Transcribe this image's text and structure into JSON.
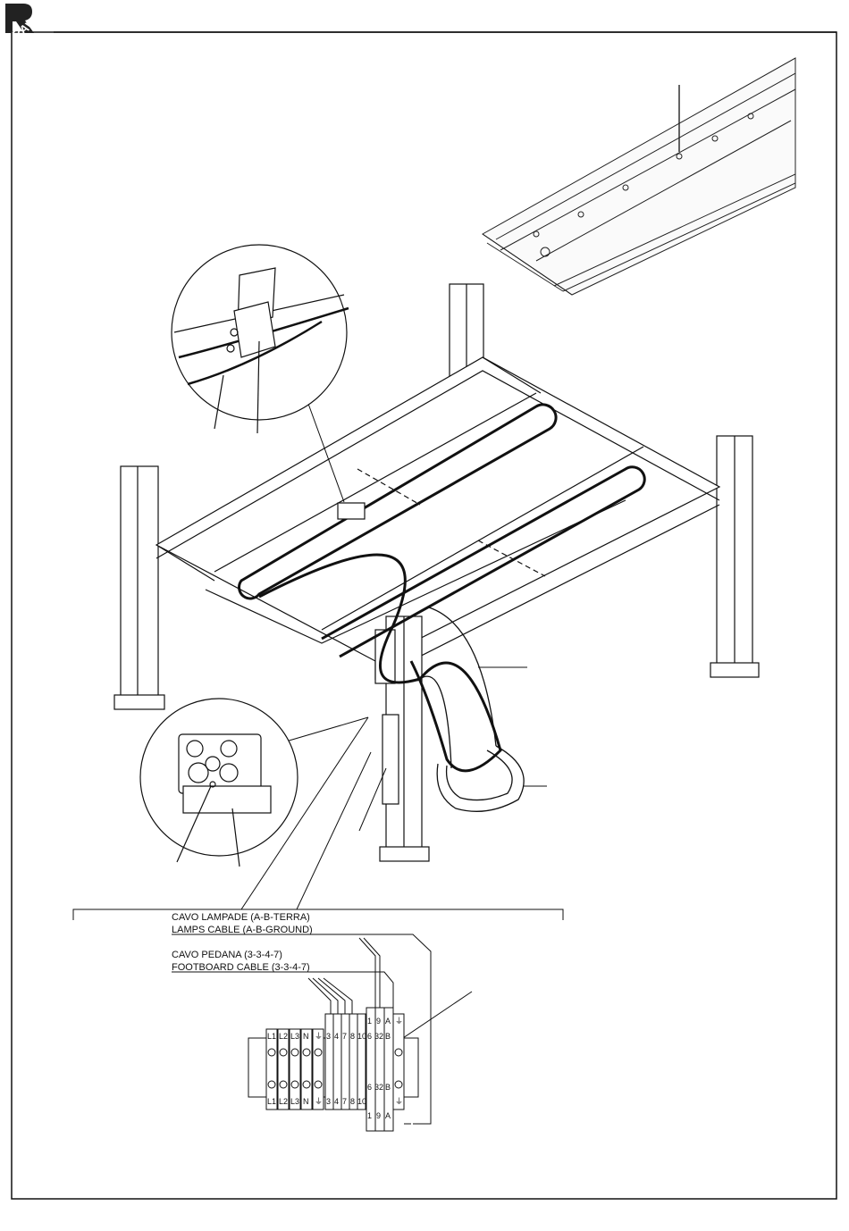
{
  "brand": {
    "logo_text": "RAV"
  },
  "wiring": {
    "lamps_cable_it": "CAVO LAMPADE (A-B-TERRA)",
    "lamps_cable_en": "LAMPS CABLE (A-B-GROUND)",
    "footboard_cable_it": "CAVO PEDANA (3-3-4-7)",
    "footboard_cable_en": "FOOTBOARD CABLE (3-3-4-7)"
  },
  "terminals": {
    "main": [
      "L1",
      "L2",
      "L3",
      "N",
      "⏚"
    ],
    "signal": [
      "3",
      "4",
      "7",
      "8",
      "10"
    ],
    "top_group": [
      "1",
      "9",
      "A",
      "⏚"
    ],
    "mid_group": [
      "6",
      "32",
      "B"
    ]
  }
}
